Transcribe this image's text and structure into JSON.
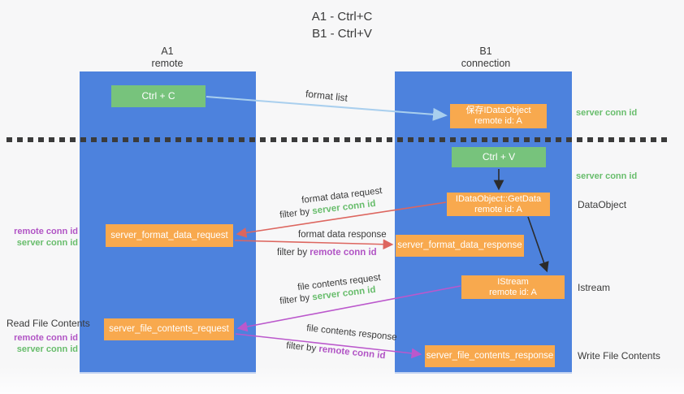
{
  "title": {
    "line1": "A1 - Ctrl+C",
    "line2": "B1 - Ctrl+V"
  },
  "columns": {
    "a": {
      "id": "A1",
      "subtitle": "remote"
    },
    "b": {
      "id": "B1",
      "subtitle": "connection"
    }
  },
  "boxes": {
    "ctrl_c": "Ctrl + C",
    "ctrl_v": "Ctrl + V",
    "save_dataobject": {
      "line1": "保存IDataObject",
      "line2": "remote id: A"
    },
    "getdata": {
      "line1": "IDataObject::GetData",
      "line2": "remote id: A"
    },
    "istream": {
      "line1": "IStream",
      "line2": "remote id: A"
    },
    "format_request": "server_format_data_request",
    "format_response": "server_format_data_response",
    "file_request": "server_file_contents_request",
    "file_response": "server_file_contents_response"
  },
  "flow_labels": {
    "format_list": "format list",
    "format_data_request": "format data request",
    "format_data_response": "format data response",
    "file_contents_request": "file contents request",
    "file_contents_response": "file contents response",
    "filter_by": "filter by",
    "server_conn_id": "server conn id",
    "remote_conn_id": "remote conn id"
  },
  "side_labels": {
    "right_top_conn": "server conn id",
    "right_mid_conn": "server conn id",
    "dataobject": "DataObject",
    "istream": "Istream",
    "write_file": "Write File Contents",
    "read_file": "Read File Contents",
    "left_top_remote": "remote conn id",
    "left_top_server": "server conn id",
    "left_bottom_remote": "remote conn id",
    "left_bottom_server": "server conn id"
  },
  "colors": {
    "lane_blue": "#4d82dd",
    "box_green": "#77c37c",
    "box_orange": "#f8a94e",
    "arrow_light_blue": "#a9cfee",
    "arrow_red": "#dd665f",
    "arrow_magenta": "#bb58cc",
    "arrow_black": "#2b2b2b",
    "label_green": "#68bd6c",
    "label_purple": "#b154c5",
    "text_dark": "#3a3a3a",
    "background": "#f7f7f8"
  }
}
